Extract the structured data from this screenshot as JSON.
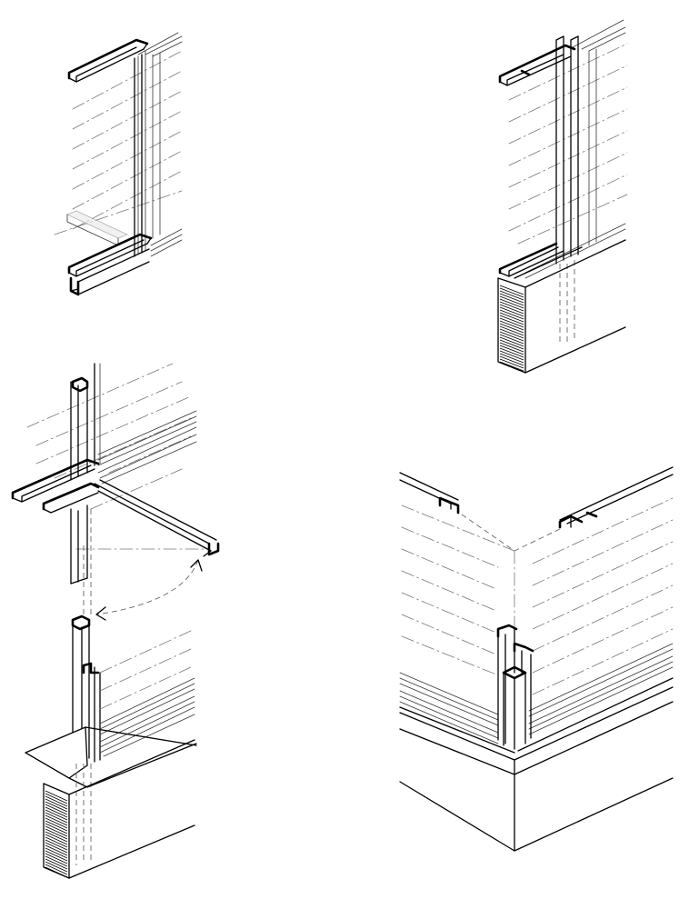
{
  "figure": {
    "views": [
      "top-left",
      "top-right",
      "bottom-left",
      "bottom-right"
    ],
    "style": {
      "line_color": "#000000",
      "background": "#ffffff",
      "guide_color": "#777777"
    }
  }
}
